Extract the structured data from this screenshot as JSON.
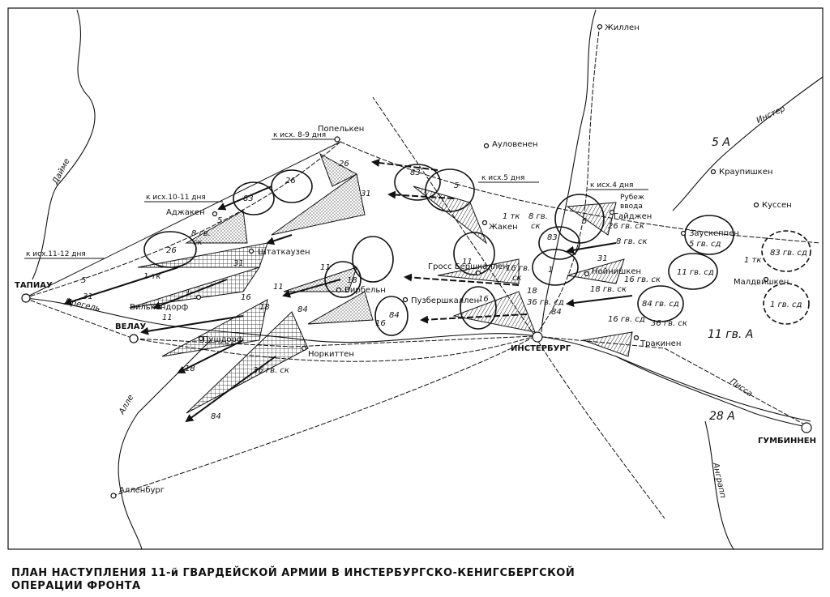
{
  "caption": {
    "line1": "ПЛАН НАСТУПЛЕНИЯ 11-й ГВАРДЕЙСКОЙ АРМИИ В ИНСТЕРБУРГСКО-КЕНИГСБЕРГСКОЙ",
    "line2": "ОПЕРАЦИИ ФРОНТА"
  },
  "towns": {
    "zhillen": "Жиллен",
    "popelken": "Попелькен",
    "aulovenen": "Ауловенен",
    "kraupishken": "Краупишкен",
    "kussen": "Куссен",
    "zauskeppen": "Заускеппен",
    "maldvishken": "Малдвишкен",
    "adzhaken": "Аджакен",
    "shtatkhauzen": "Штаткаузен",
    "tapiau": "ТАПИАУ",
    "velau": "ВЕЛАУ",
    "vilkendorf": "Вилькендорф",
    "virbeln": "Вирбельн",
    "pushdorf": "Пушдорф",
    "norkitten": "Норкиттен",
    "gross_berschkallen": "Гросс Бершкаллен",
    "puzberschkallen": "Пузбершкаллен",
    "insterburg": "ИНСТЕРБУРГ",
    "trakinen": "Тракинен",
    "gumbinnen": "ГУМБИННЕН",
    "allenburg": "Алленбург",
    "zhaken": "Жакен",
    "gaydzhen": "Гайджен",
    "noynishken": "Нойнишкен"
  },
  "rivers": {
    "dayme": "Дайме",
    "pregel": "Прегель",
    "alle": "Алле",
    "inster": "Инстер",
    "pissa": "Писса",
    "angerapp": "Анграпп"
  },
  "phase_lines": {
    "day_8_9": "к исх. 8-9 дня",
    "day_10_11": "к исх.10-11 дня",
    "day_11_12": "к исх.11-12 дня",
    "day_5": "к исх.5 дня",
    "day_4": "к исх.4 дня",
    "rubezh_line1": "Рубеж",
    "rubezh_line2": "ввода"
  },
  "armies": {
    "a5": "5 А",
    "a11": "11 гв. А",
    "a28": "28 А"
  },
  "units": {
    "u26_top": "26",
    "u83_left": "83",
    "u26_circle": "26",
    "u31_top": "31",
    "u5_adzh": "5",
    "u8gv_1": "8 гв.",
    "u8gv_2": "ск",
    "u26_oval": "26",
    "u31_mid": "31",
    "u5_west": "5",
    "u1tk_west": "1 тк",
    "u31_west": "31",
    "u1_west": "1",
    "u11_west": "11",
    "u11_mid": "11",
    "u16_mid": "16",
    "u18_mid": "18",
    "u84_mid": "84",
    "u18_south": "18",
    "u36gv": "36 гв. ск",
    "u84_south": "84",
    "u11_virb": "11",
    "u18_virb": "18",
    "u84_east": "84",
    "u16_east": "16",
    "u83_box": "83",
    "u5_box": "5",
    "u1tk_east": "1 тк",
    "u8ck_1": "8 гв.",
    "u8ck_2": "ск",
    "u5_gayd": "5",
    "u26gv": "26 гв. ск",
    "u83_gayd": "83",
    "u11_circle": "11",
    "u16gv_ck_1": "16 гв.",
    "u16gv_ck_2": "ск",
    "u18_ins": "18",
    "u1_ins": "1",
    "u31_ins": "31",
    "u18gvsk": "18 гв. ск",
    "u36gvsd": "36 гв. сд",
    "u84_ins": "84",
    "u16_gross": "16",
    "u8gvsk_e": "8 гв. ск",
    "u16gvsk_e": "16 гв. ск",
    "u84gvsd": "84 гв. сд",
    "u16gvsd": "16 гв. сд",
    "u36gvsk_e": "36 гв. ск",
    "u5gvsd": "5 гв. сд",
    "u11gvsd": "11 гв. сд",
    "u83gvsd": "83 гв. сд",
    "u1gvsd": "1 гв. сд",
    "u1tk_far": "1 тк"
  }
}
